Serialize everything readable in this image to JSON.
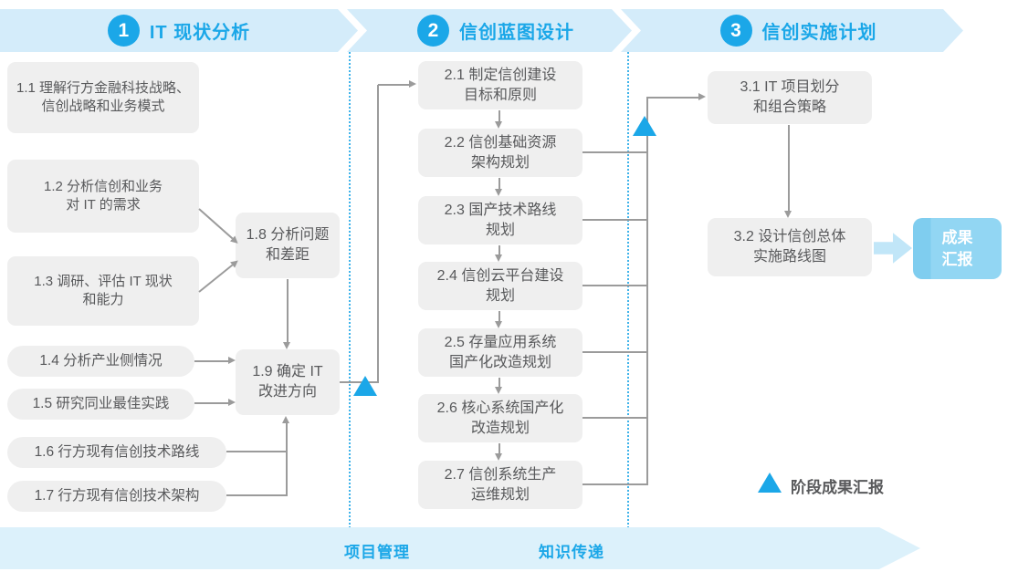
{
  "phases": [
    {
      "num": "1",
      "title": "IT 现状分析"
    },
    {
      "num": "2",
      "title": "信创蓝图设计"
    },
    {
      "num": "3",
      "title": "信创实施计划"
    }
  ],
  "boxes": {
    "s11": "1.1 理解行方金融科技战略、\n信创战略和业务模式",
    "s12": "1.2 分析信创和业务\n对 IT 的需求",
    "s13": "1.3 调研、评估 IT 现状\n和能力",
    "s14": "1.4 分析产业侧情况",
    "s15": "1.5 研究同业最佳实践",
    "s16": "1.6 行方现有信创技术路线",
    "s17": "1.7 行方现有信创技术架构",
    "s18": "1.8 分析问题\n和差距",
    "s19": "1.9 确定 IT\n改进方向",
    "s21": "2.1 制定信创建设\n目标和原则",
    "s22": "2.2 信创基础资源\n架构规划",
    "s23": "2.3 国产技术路线\n规划",
    "s24": "2.4 信创云平台建设\n规划",
    "s25": "2.5 存量应用系统\n国产化改造规划",
    "s26": "2.6 核心系统国产化\n改造规划",
    "s27": "2.7 信创系统生产\n运维规划",
    "s31": "3.1 IT 项目划分\n和组合策略",
    "s32": "3.2 设计信创总体\n实施路线图"
  },
  "result": {
    "label": "成果\n汇报"
  },
  "legend": {
    "label": "阶段成果汇报"
  },
  "footer": {
    "pm": "项目管理",
    "kt": "知识传递"
  },
  "colors": {
    "accent": "#1BA7E8",
    "banner_fill": "#D4ECFA",
    "footer_fill": "#DCF1FB",
    "box_fill": "#EFEFEF",
    "box_text": "#58595B",
    "connector": "#9B9B9B",
    "result_fill": "#8FD4F2",
    "fat_arrow": "#C1E6F8"
  }
}
